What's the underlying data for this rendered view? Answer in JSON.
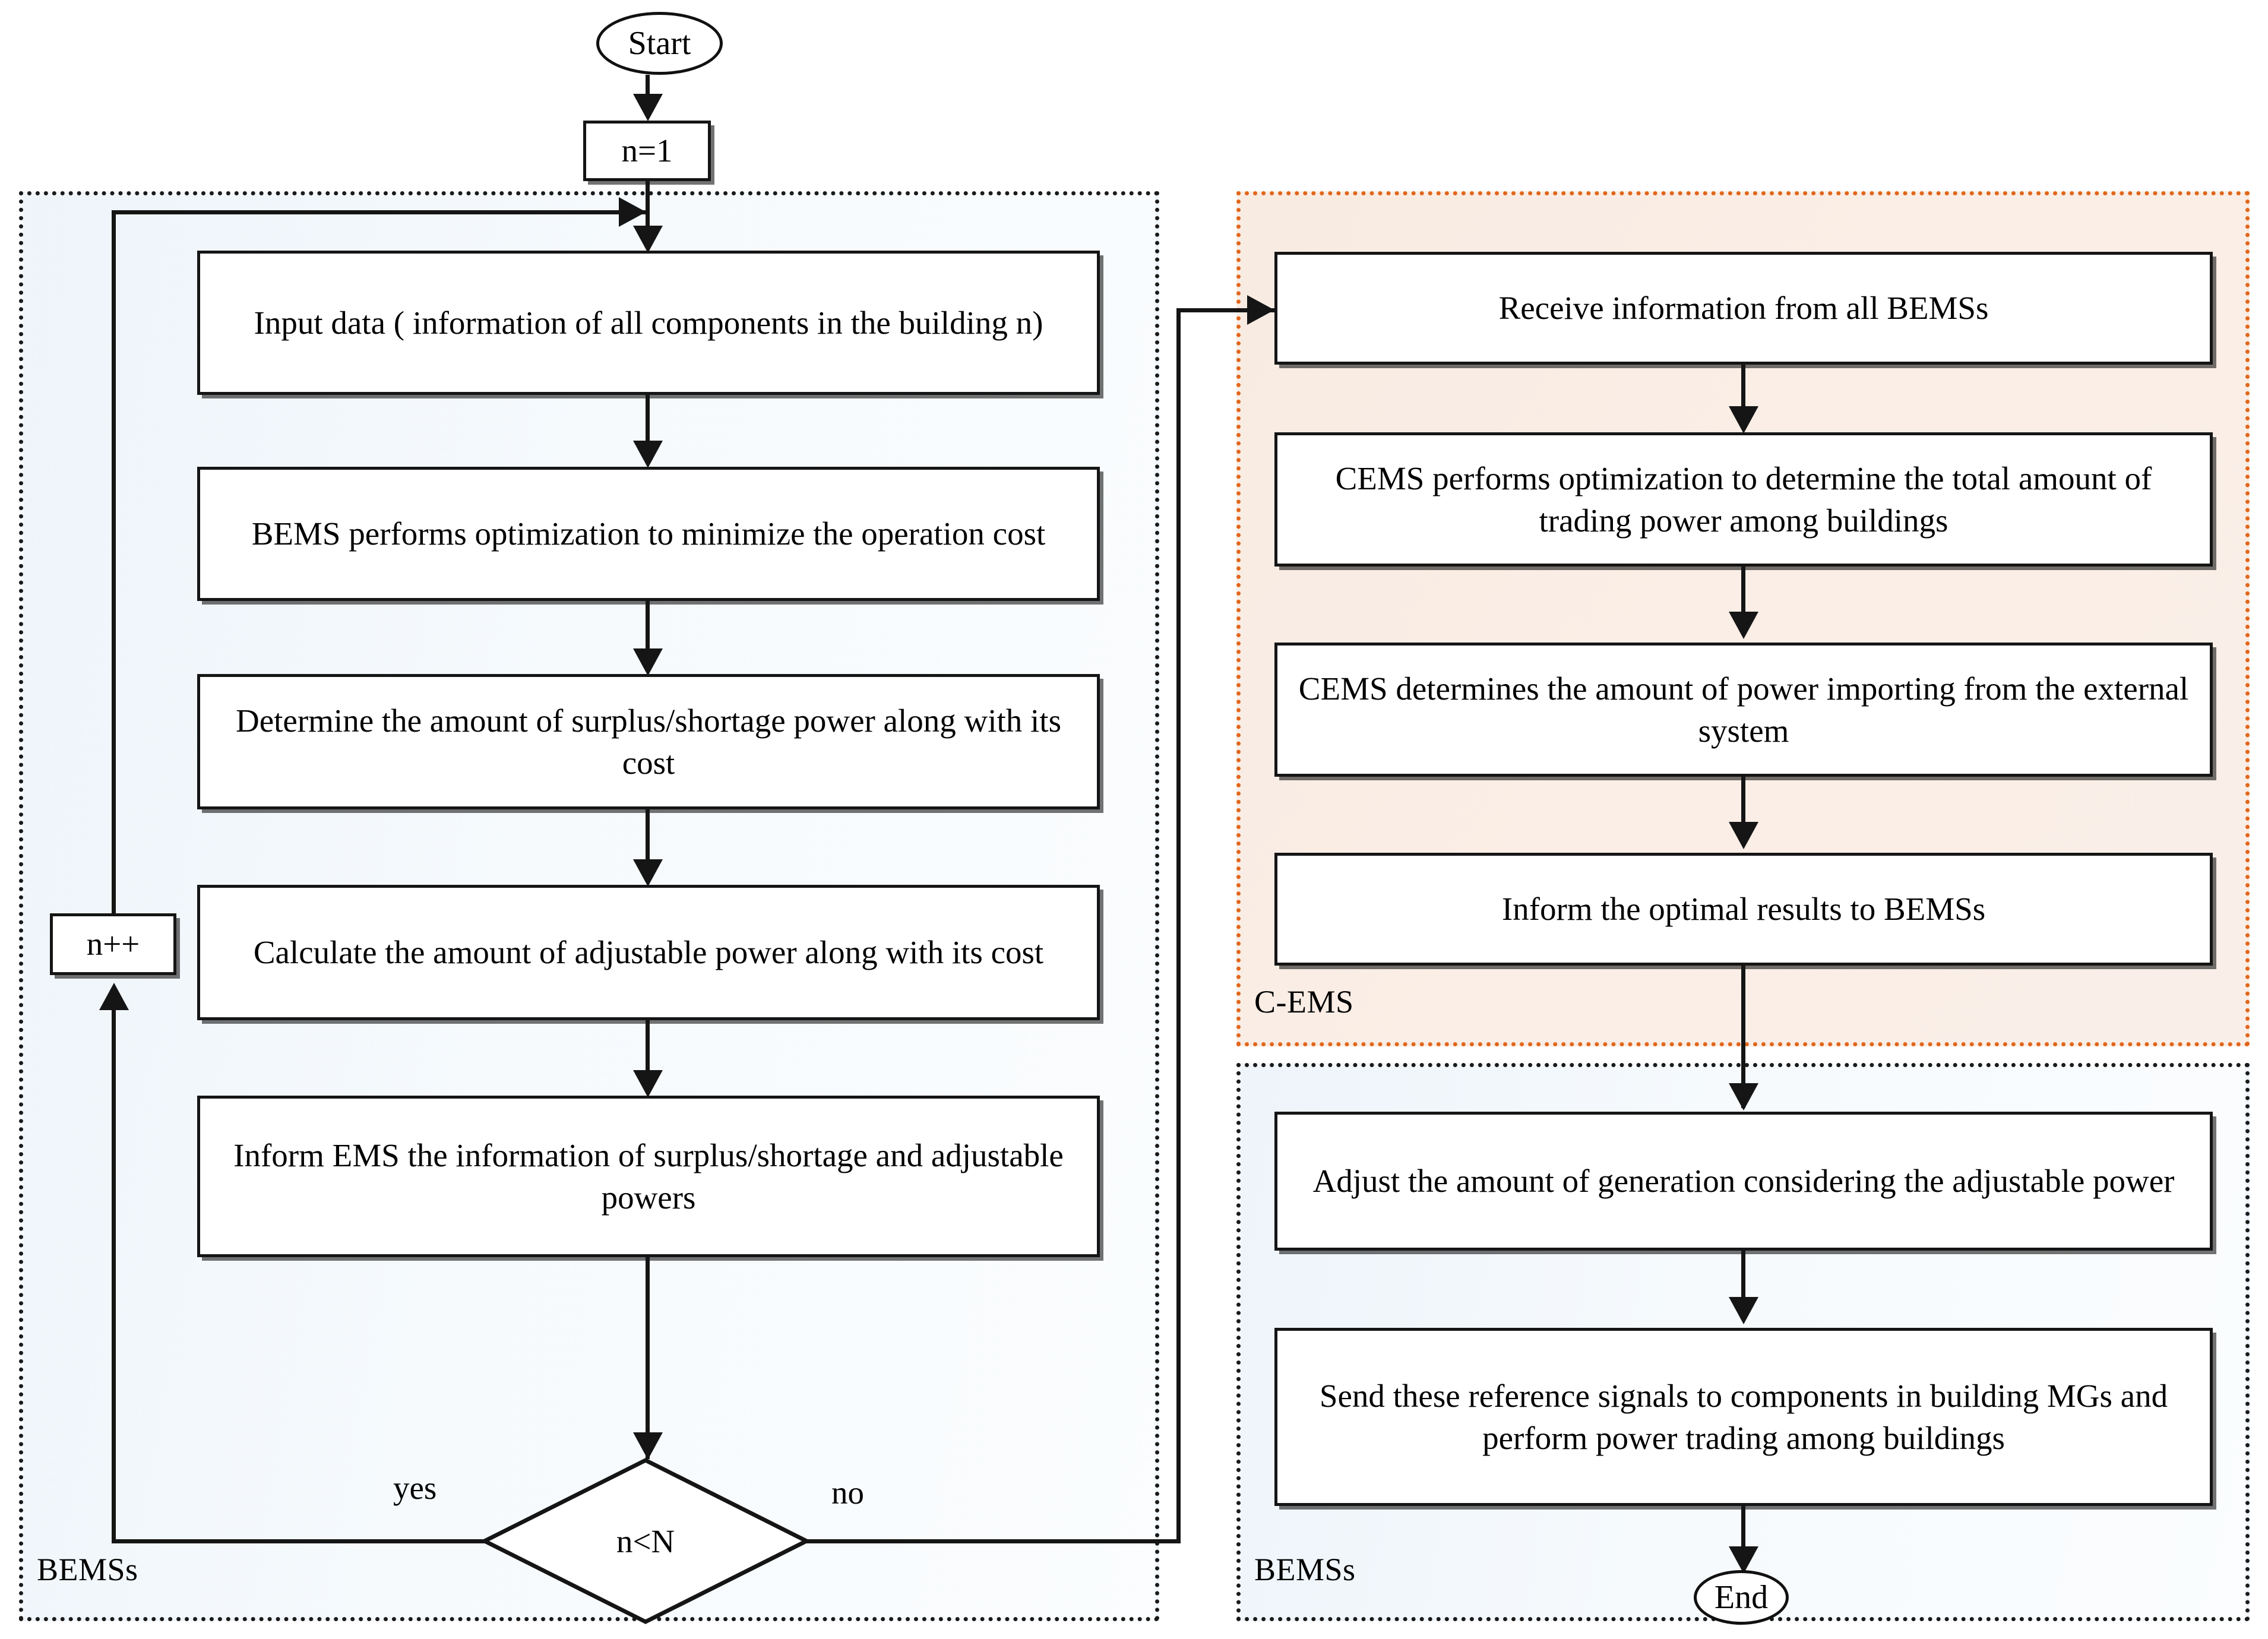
{
  "diagram": {
    "title": "BEMS / C-EMS coordinated optimization flowchart",
    "colors": {
      "bems_panel_border": "#1a1a1a",
      "bems_panel_fill": "#eef4fa",
      "cems_panel_border": "#e2661a",
      "cems_panel_fill": "#f8ebe2",
      "node_border": "#151515",
      "node_fill": "#ffffff",
      "connector": "#151515"
    },
    "panels": [
      {
        "id": "bems-left",
        "label": "BEMSs"
      },
      {
        "id": "cems",
        "label": "C-EMS"
      },
      {
        "id": "bems-right",
        "label": "BEMSs"
      }
    ],
    "terminators": {
      "start": "Start",
      "end": "End"
    },
    "left_nodes": [
      {
        "id": "init",
        "text": "n=1"
      },
      {
        "id": "input",
        "text": "Input data ( information of all components in the building n)"
      },
      {
        "id": "optimize",
        "text": "BEMS performs optimization to minimize the operation cost"
      },
      {
        "id": "surplus",
        "text": "Determine the amount of surplus/shortage power along with its cost"
      },
      {
        "id": "adjust",
        "text": "Calculate the amount of adjustable power along with its cost"
      },
      {
        "id": "inform",
        "text": "Inform EMS the information of surplus/shortage and adjustable powers"
      }
    ],
    "increment_node": {
      "id": "increment",
      "text": "n++"
    },
    "decision": {
      "id": "loop-check",
      "text": "n<N",
      "yes_label": "yes",
      "no_label": "no"
    },
    "cems_nodes": [
      {
        "id": "receive",
        "text": "Receive information from all BEMSs"
      },
      {
        "id": "cems-opt",
        "text": "CEMS performs optimization to determine the total amount of trading power among buildings"
      },
      {
        "id": "cems-import",
        "text": "CEMS determines the amount of power importing from the external system"
      },
      {
        "id": "cems-inform",
        "text": "Inform the optimal results to BEMSs"
      }
    ],
    "bems_right_nodes": [
      {
        "id": "adjust-gen",
        "text": "Adjust the amount of generation considering the adjustable power"
      },
      {
        "id": "send-signal",
        "text": "Send these reference signals to components in building MGs and perform power trading among buildings"
      }
    ]
  }
}
